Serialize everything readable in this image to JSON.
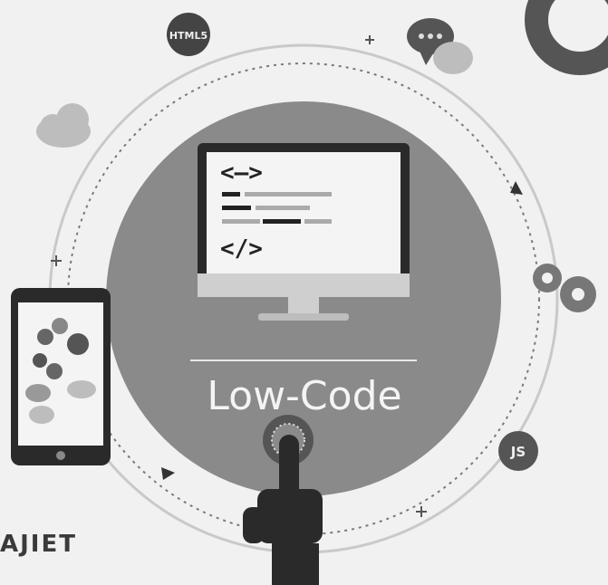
{
  "hero": {
    "label": "Low-Code",
    "caption": "AJIET",
    "code_open": "<–>",
    "code_close": "</>"
  },
  "badges": {
    "html_badge": "HTML5",
    "js_badge": "JS"
  },
  "colors": {
    "background": "#f1f1f1",
    "circle": "#8a8a8a",
    "dark": "#2a2a2a",
    "light_gray": "#cfcfcf"
  },
  "icons": [
    "cloud-icon",
    "chat-bubble-icon",
    "gear-icon",
    "tablet-icon",
    "monitor-icon",
    "pointing-hand-icon",
    "html5-badge-icon",
    "js-badge-icon",
    "donut-icon"
  ]
}
